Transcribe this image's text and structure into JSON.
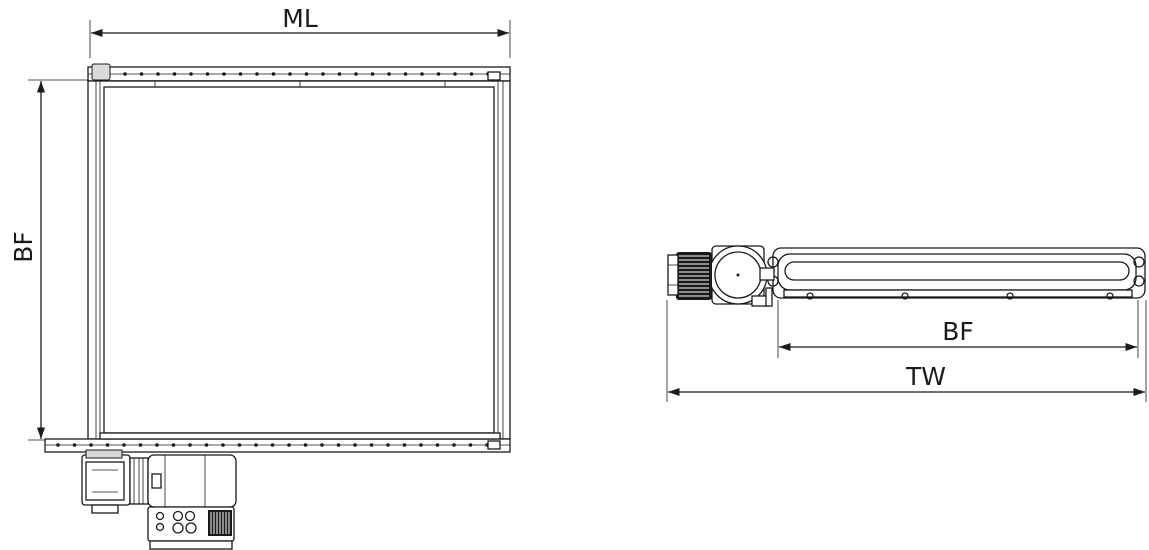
{
  "labels": {
    "ml": "ML",
    "bf_top": "BF",
    "bf_side": "BF",
    "tw": "TW"
  },
  "colors": {
    "line": "#1a1a1a",
    "background": "#ffffff"
  }
}
